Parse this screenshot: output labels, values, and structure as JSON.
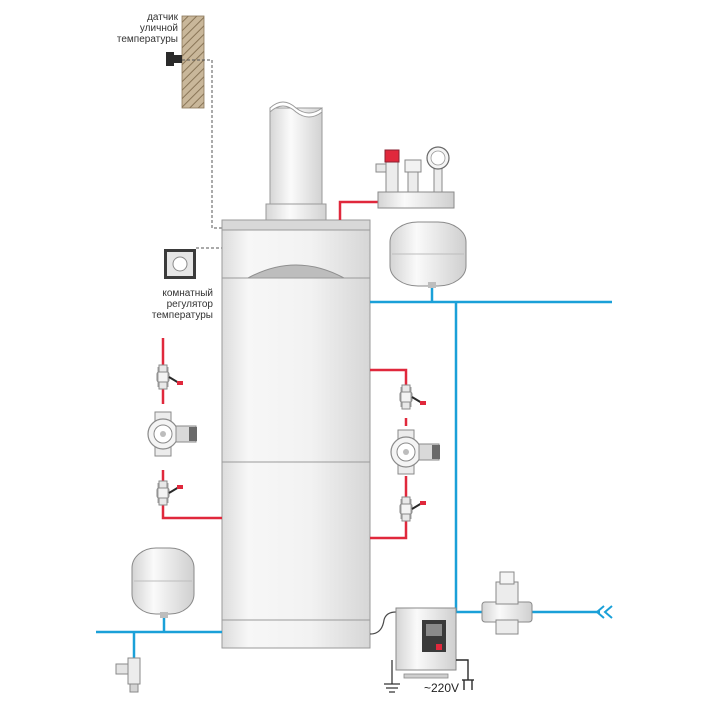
{
  "labels": {
    "outdoor_sensor": [
      "датчик",
      "уличной",
      "температуры"
    ],
    "room_regulator": [
      "комнатный",
      "регулятор",
      "температуры"
    ],
    "power": "~220V"
  },
  "colors": {
    "cold_water_line": "#1aa0d8",
    "hot_water_line": "#e0283c",
    "sensor_wire": "#555555",
    "boiler_body": "#f2f2f2",
    "outline": "#9a9a9a"
  },
  "icons": [
    "outdoor-sensor-icon",
    "room-thermostat-icon",
    "circulation-pump-icon",
    "ball-valve-icon",
    "expansion-tank-icon",
    "safety-group-icon",
    "pressure-reducer-icon",
    "voltage-stabilizer-icon",
    "ground-symbol-icon",
    "flow-direction-icon"
  ]
}
